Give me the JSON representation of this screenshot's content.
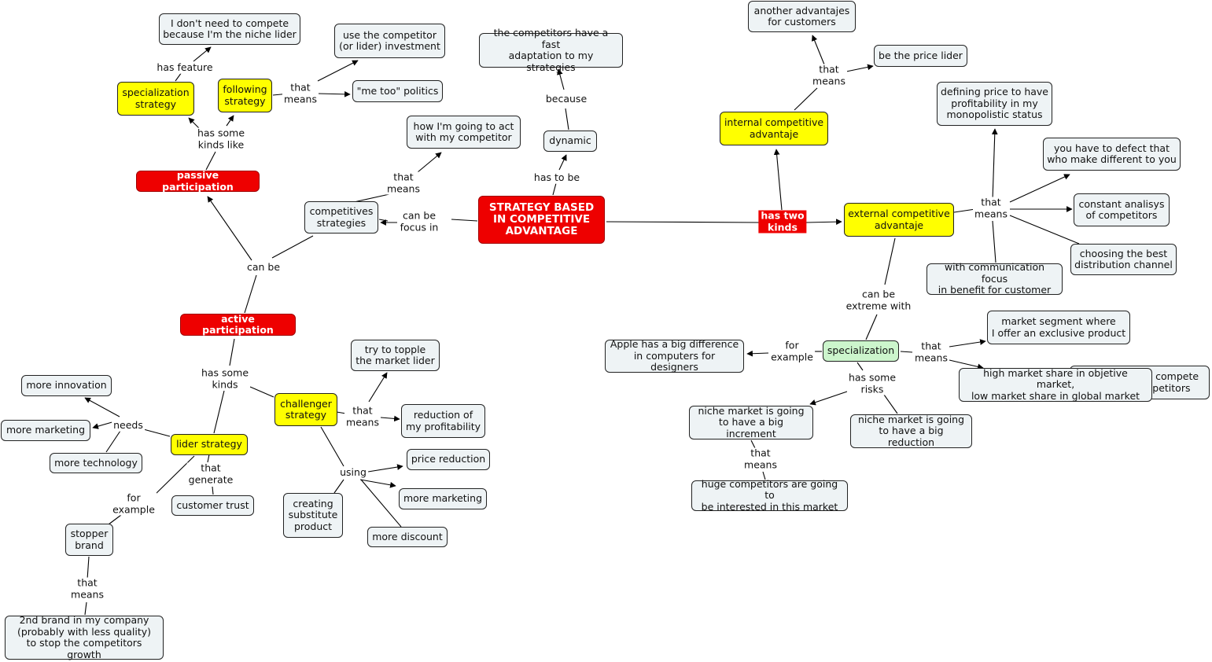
{
  "concept_map": {
    "root": "STRATEGY BASED\nIN COMPETITIVE\nADVANTAGE",
    "nodes": {
      "niche_lider": "I don't need to compete because I'm the niche lider",
      "use_competitor": "use the competitor\n(or lider) investment",
      "me_too": "\"me too\" politics",
      "specialization_strategy": "specialization\nstrategy",
      "following_strategy": "following\nstrategy",
      "passive_participation": "passive participation",
      "how_act": "how I'm going to act\nwith my competitor",
      "competitives_strategies": "competitives\nstrategies",
      "fast_adaptation": "the competitors have a fast\nadaptation to my strategies",
      "dynamic": "dynamic",
      "active_participation": "active participation",
      "try_topple": "try to topple\nthe market lider",
      "challenger_strategy": "challenger\nstrategy",
      "reduction_profitability": "reduction of\nmy profitability",
      "more_innovation": "more innovation",
      "more_marketing_a": "more marketing",
      "lider_strategy": "lider strategy",
      "more_technology": "more technology",
      "price_reduction": "price reduction",
      "more_marketing_b": "more marketing",
      "customer_trust": "customer trust",
      "creating_substitute": "creating\nsubstitute\nproduct",
      "more_discount": "more discount",
      "stopper_brand": "stopper\nbrand",
      "second_brand": "2nd brand in my company\n(probably with less quality)\nto stop the competitors growth",
      "another_advantajes": "another advantajes\nfor customers",
      "price_lider": "be the price lider",
      "internal_advantaje": "internal competitive\nadvantaje",
      "defining_price": "defining price to have\nprofitability in my\nmonopolistic status",
      "defect_different": "you have to defect that\nwho make different to you",
      "external_advantaje": "external competitive\nadvantaje",
      "constant_analisys": "constant analisys\nof competitors",
      "best_channel": "choosing the best\ndistribution channel",
      "communication_focus": "with communication focus\nin benefit for customer",
      "market_segment": "market segment where\nI offer an exclusive product",
      "apple": "Apple has a big difference\nin computers for designers",
      "specialization": "specialization",
      "not_compete": "I don't need to compete\nwith my competitors",
      "high_share": "high market share in objetive market,\nlow market share in global market",
      "niche_increment": "niche market is going\nto have a big increment",
      "niche_reduction": "niche market is going\nto have a big reduction",
      "huge_competitors": "huge competitors are going to\nbe interested in this market"
    },
    "labels": {
      "has_feature": "has feature",
      "that_means_following": "that\nmeans",
      "has_some_kinds_like": "has some\nkinds like",
      "that_means_how": "that\nmeans",
      "because": "because",
      "has_to_be": "has to be",
      "can_be_focus_in": "can be\nfocus in",
      "can_be": "can be",
      "has_some_kinds": "has some\nkinds",
      "that_means_challenger": "that\nmeans",
      "needs": "needs",
      "using": "using",
      "that_generate": "that\ngenerate",
      "for_example_lider": "for\nexample",
      "that_means_stopper": "that\nmeans",
      "that_means_internal": "that\nmeans",
      "has_two_kinds": "has two\nkinds",
      "that_means_external": "that\nmeans",
      "can_be_extreme_with": "can be\nextreme with",
      "for_example_spec": "for\nexample",
      "that_means_spec": "that\nmeans",
      "has_some_risks": "has some\nrisks",
      "that_means_niche": "that\nmeans"
    },
    "colors": {
      "root_fill": "#ee0000",
      "red_fill": "#ee0000",
      "yellow_fill": "#ffff00",
      "green_fill": "#ccf5cc",
      "default_fill": "#eef3f5",
      "line": "#000000"
    }
  }
}
